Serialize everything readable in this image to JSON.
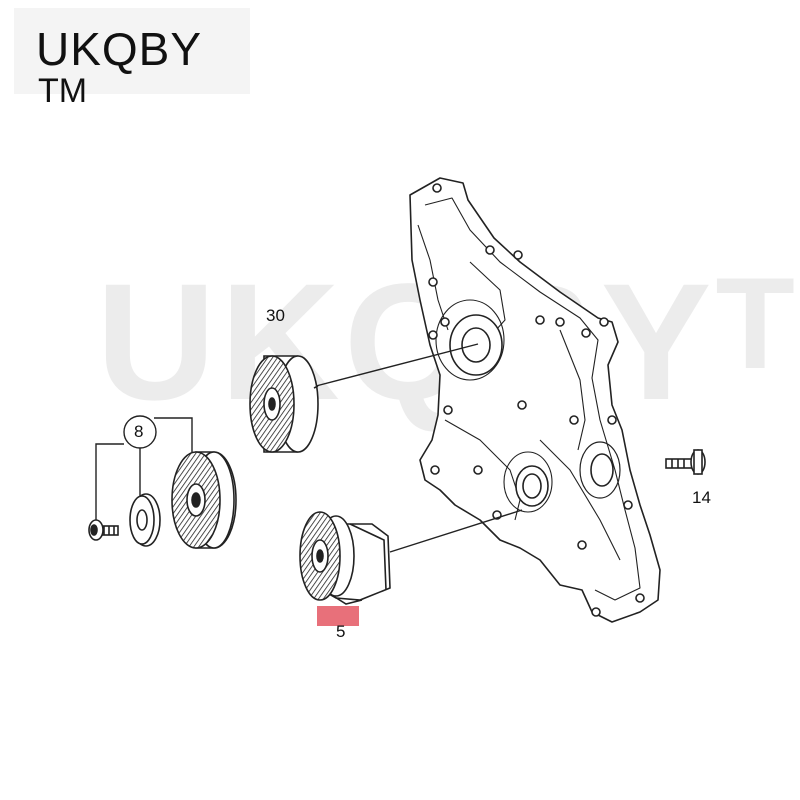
{
  "brand": {
    "name": "UKQBY",
    "tm": "TM"
  },
  "watermark": {
    "name": "UKQBY",
    "tm": "TM"
  },
  "callouts": {
    "part_30": "30",
    "part_8": "8",
    "part_14": "14",
    "part_5": "5"
  },
  "colors": {
    "highlight": "#e8707a",
    "line": "#222222"
  }
}
